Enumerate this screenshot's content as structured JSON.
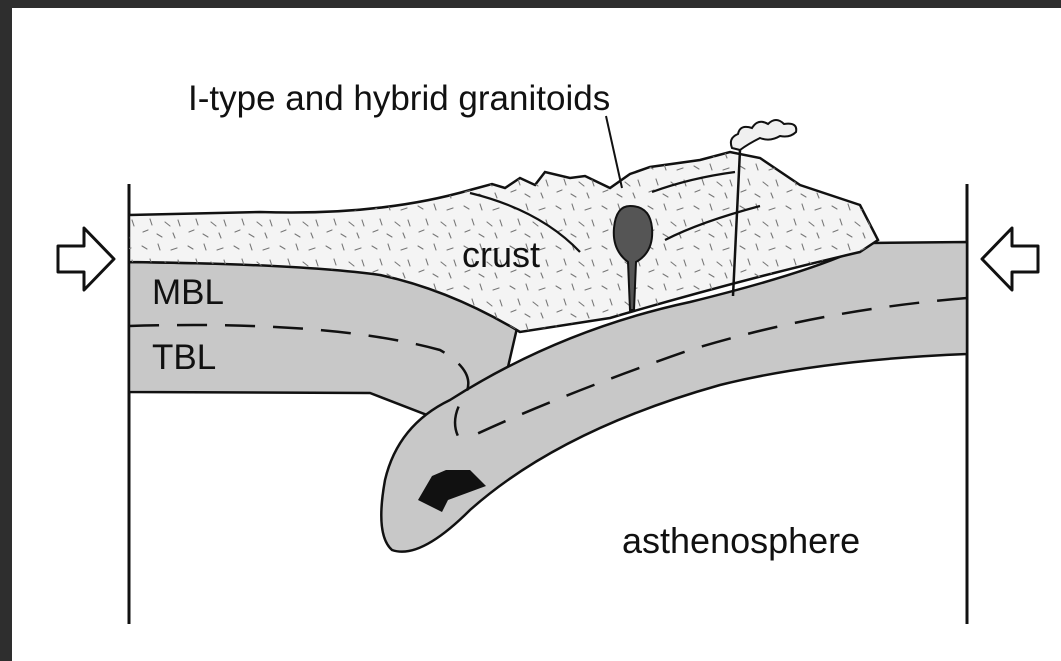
{
  "diagram": {
    "title": "I-type and hybrid granitoids",
    "labels": {
      "crust": "crust",
      "mbl": "MBL",
      "tbl": "TBL",
      "asthenosphere": "asthenosphere"
    },
    "icons": {
      "left_arrow": "compression-arrow-right-icon",
      "right_arrow": "compression-arrow-left-icon",
      "volcano": "volcano-plume-icon",
      "pluton": "granitoid-pluton-icon",
      "subduction_arrow": "subduction-direction-arrow-icon"
    },
    "colors": {
      "frame_bg": "#2e2e2e",
      "panel_bg": "#ffffff",
      "lithosphere": "#c8c8c8",
      "crust_fill": "#f4f4f4",
      "pluton": "#555555",
      "ink": "#111111"
    }
  }
}
